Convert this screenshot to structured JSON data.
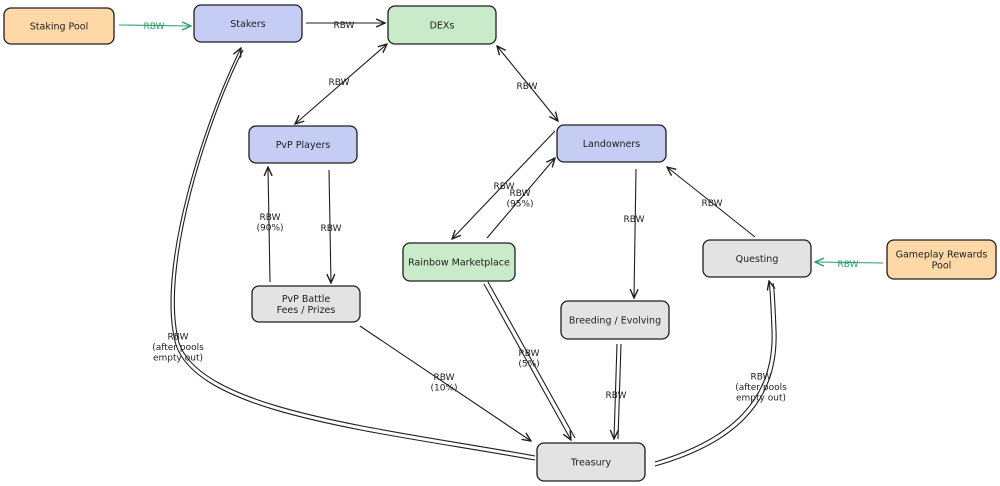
{
  "colors": {
    "orange": "#ffd8a8",
    "blue": "#c5cdf5",
    "green": "#c9ebc9",
    "gray": "#e3e3e3",
    "stroke": "#1e1e1e",
    "green_arrow": "#2f9e6a"
  },
  "nodes": {
    "staking_pool": [
      "Staking Pool"
    ],
    "stakers": [
      "Stakers"
    ],
    "dexs": [
      "DEXs"
    ],
    "pvp_players": [
      "PvP Players"
    ],
    "landowners": [
      "Landowners"
    ],
    "rainbow_marketplace": [
      "Rainbow Marketplace"
    ],
    "questing": [
      "Questing"
    ],
    "gameplay_rewards_pool": [
      "Gameplay Rewards",
      "Pool"
    ],
    "pvp_battle": [
      "PvP Battle",
      "Fees / Prizes"
    ],
    "breeding": [
      "Breeding / Evolving"
    ],
    "treasury": [
      "Treasury"
    ]
  },
  "edge_labels": {
    "staking_to_stakers": [
      "RBW"
    ],
    "stakers_to_dexs": [
      "RBW"
    ],
    "dexs_pvp": [
      "RBW"
    ],
    "dexs_landowners": [
      "RBW"
    ],
    "pvp_fees_to_players": [
      "RBW",
      "(90%)"
    ],
    "players_to_pvp_fees": [
      "RBW"
    ],
    "landowners_to_marketplace": [
      "RBW"
    ],
    "marketplace_to_landowners": [
      "RBW",
      "(95%)"
    ],
    "landowners_to_breeding": [
      "RBW"
    ],
    "questing_to_landowners": [
      "RBW"
    ],
    "gameplay_to_questing": [
      "RBW"
    ],
    "treasury_to_stakers": [
      "RBW",
      "(after pools",
      "empty out)"
    ],
    "pvp_fees_to_treasury": [
      "RBW",
      "(10%)"
    ],
    "marketplace_to_treasury": [
      "RBW",
      "(5%)"
    ],
    "breeding_to_treasury": [
      "RBW"
    ],
    "treasury_to_questing": [
      "RBW",
      "(after pools",
      "empty out)"
    ]
  }
}
